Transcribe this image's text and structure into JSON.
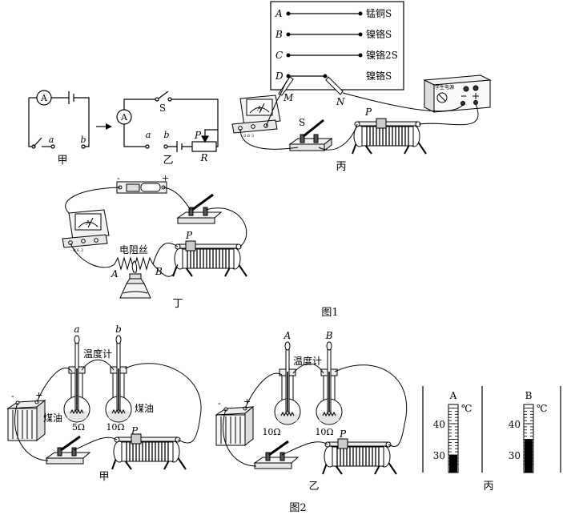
{
  "figure1": {
    "caption": "图1",
    "panel_jia": {
      "label": "甲",
      "ammeter": "A",
      "terminal_a": "a",
      "terminal_b": "b"
    },
    "panel_yi": {
      "label": "乙",
      "ammeter": "A",
      "switch": "S",
      "terminal_a": "a",
      "terminal_b": "b",
      "slider": "P",
      "rheostat": "R"
    },
    "panel_bing": {
      "label": "丙",
      "wires": [
        {
          "name": "A",
          "material": "锰铜S"
        },
        {
          "name": "B",
          "material": "镍铬S"
        },
        {
          "name": "C",
          "material": "镍铬2S"
        },
        {
          "name": "D",
          "material": "镍铬S"
        }
      ],
      "clip_m": "M",
      "clip_n": "N",
      "switch": "S",
      "slider": "P",
      "power_supply": "学生电源",
      "meter_letter": "A",
      "meter_scale": "- 0.6 3"
    },
    "panel_ding": {
      "label": "丁",
      "resistor_wire": "电阻丝",
      "point_a": "A",
      "point_b": "B",
      "slider": "P",
      "meter_letter": "A",
      "meter_scale": "- 0.6 3",
      "battery_minus": "-",
      "battery_plus": "+"
    }
  },
  "figure2": {
    "caption": "图2",
    "panel_jia": {
      "label": "甲",
      "thermometer_a": "a",
      "thermometer_b": "b",
      "thermometer_label": "温度计",
      "liquid_left": "煤油",
      "liquid_right": "煤油",
      "r_left": "5Ω",
      "r_right": "10Ω",
      "slider": "P",
      "battery_minus": "-",
      "battery_plus": "+"
    },
    "panel_yi": {
      "label": "乙",
      "thermometer_a": "A",
      "thermometer_b": "B",
      "thermometer_label": "温度计",
      "r_left": "10Ω",
      "r_right": "10Ω",
      "slider": "P",
      "battery_minus": "-",
      "battery_plus": "+"
    },
    "panel_bing": {
      "label": "丙",
      "thermometers": [
        {
          "name": "A",
          "unit": "℃",
          "tick_labels": [
            "40",
            "30"
          ],
          "reading_c": 30
        },
        {
          "name": "B",
          "unit": "℃",
          "tick_labels": [
            "40",
            "30"
          ],
          "reading_c": 35
        }
      ]
    }
  }
}
